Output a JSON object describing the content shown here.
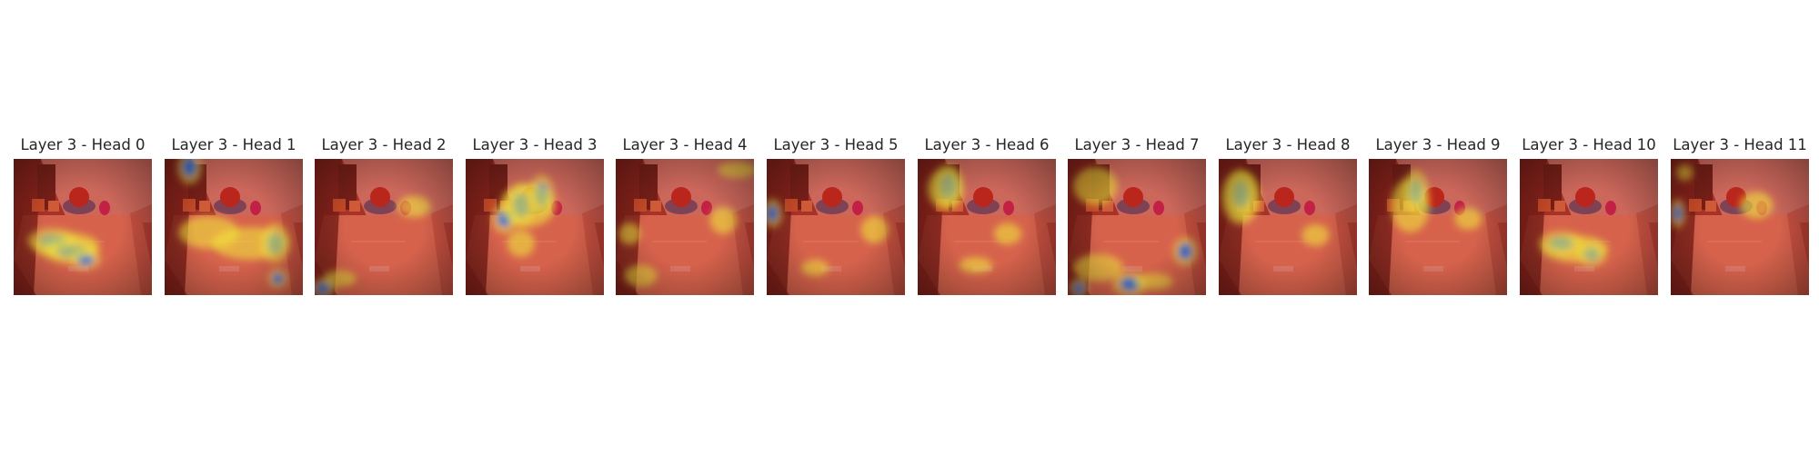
{
  "figure": {
    "panels": [
      {
        "title": "Layer 3 - Head 0",
        "hot": [
          [
            0.28,
            0.6,
            0.1,
            0.05,
            "b"
          ],
          [
            0.42,
            0.68,
            0.11,
            0.05,
            "b"
          ],
          [
            0.52,
            0.74,
            0.06,
            0.04,
            "b"
          ],
          [
            0.38,
            0.64,
            0.24,
            0.1,
            "y"
          ]
        ]
      },
      {
        "title": "Layer 3 - Head 1",
        "hot": [
          [
            0.18,
            0.06,
            0.05,
            0.07,
            "b"
          ],
          [
            0.8,
            0.62,
            0.06,
            0.08,
            "b"
          ],
          [
            0.82,
            0.88,
            0.04,
            0.04,
            "b"
          ],
          [
            0.62,
            0.62,
            0.28,
            0.12,
            "y"
          ],
          [
            0.32,
            0.54,
            0.22,
            0.12,
            "y"
          ]
        ]
      },
      {
        "title": "Layer 3 - Head 2",
        "hot": [
          [
            0.06,
            0.95,
            0.05,
            0.04,
            "b"
          ],
          [
            0.18,
            0.88,
            0.12,
            0.06,
            "y"
          ],
          [
            0.72,
            0.35,
            0.12,
            0.08,
            "y"
          ]
        ]
      },
      {
        "title": "Layer 3 - Head 3",
        "hot": [
          [
            0.4,
            0.34,
            0.06,
            0.09,
            "b"
          ],
          [
            0.55,
            0.26,
            0.05,
            0.08,
            "b"
          ],
          [
            0.28,
            0.44,
            0.05,
            0.06,
            "b"
          ],
          [
            0.45,
            0.34,
            0.2,
            0.16,
            "y"
          ],
          [
            0.4,
            0.62,
            0.1,
            0.1,
            "y"
          ]
        ]
      },
      {
        "title": "Layer 3 - Head 4",
        "hot": [
          [
            0.88,
            0.08,
            0.14,
            0.06,
            "y"
          ],
          [
            0.18,
            0.86,
            0.12,
            0.08,
            "y"
          ],
          [
            0.78,
            0.45,
            0.1,
            0.1,
            "y"
          ],
          [
            0.1,
            0.55,
            0.08,
            0.08,
            "y"
          ]
        ]
      },
      {
        "title": "Layer 3 - Head 5",
        "hot": [
          [
            0.04,
            0.4,
            0.04,
            0.06,
            "b"
          ],
          [
            0.35,
            0.8,
            0.1,
            0.06,
            "y"
          ],
          [
            0.78,
            0.52,
            0.1,
            0.1,
            "y"
          ]
        ]
      },
      {
        "title": "Layer 3 - Head 6",
        "hot": [
          [
            0.22,
            0.2,
            0.06,
            0.09,
            "b"
          ],
          [
            0.2,
            0.22,
            0.13,
            0.15,
            "y"
          ],
          [
            0.42,
            0.78,
            0.12,
            0.06,
            "y"
          ],
          [
            0.65,
            0.55,
            0.1,
            0.08,
            "y"
          ]
        ]
      },
      {
        "title": "Layer 3 - Head 7",
        "hot": [
          [
            0.45,
            0.92,
            0.07,
            0.05,
            "b"
          ],
          [
            0.08,
            0.95,
            0.04,
            0.04,
            "b"
          ],
          [
            0.85,
            0.68,
            0.05,
            0.06,
            "b"
          ],
          [
            0.2,
            0.2,
            0.16,
            0.14,
            "y"
          ],
          [
            0.22,
            0.8,
            0.18,
            0.1,
            "y"
          ],
          [
            0.62,
            0.9,
            0.14,
            0.06,
            "y"
          ]
        ]
      },
      {
        "title": "Layer 3 - Head 8",
        "hot": [
          [
            0.16,
            0.26,
            0.06,
            0.1,
            "b"
          ],
          [
            0.16,
            0.28,
            0.14,
            0.2,
            "y"
          ],
          [
            0.7,
            0.56,
            0.1,
            0.08,
            "y"
          ]
        ]
      },
      {
        "title": "Layer 3 - Head 9",
        "hot": [
          [
            0.34,
            0.24,
            0.05,
            0.09,
            "b"
          ],
          [
            0.3,
            0.34,
            0.14,
            0.2,
            "y"
          ],
          [
            0.72,
            0.44,
            0.1,
            0.08,
            "y"
          ]
        ]
      },
      {
        "title": "Layer 3 - Head 10",
        "hot": [
          [
            0.3,
            0.62,
            0.09,
            0.05,
            "b"
          ],
          [
            0.52,
            0.7,
            0.06,
            0.05,
            "b"
          ],
          [
            0.4,
            0.66,
            0.24,
            0.1,
            "y"
          ]
        ]
      },
      {
        "title": "Layer 3 - Head 11",
        "hot": [
          [
            0.1,
            0.1,
            0.06,
            0.06,
            "y"
          ],
          [
            0.05,
            0.4,
            0.03,
            0.06,
            "b"
          ],
          [
            0.62,
            0.34,
            0.12,
            0.1,
            "y"
          ]
        ]
      }
    ]
  },
  "colors": {
    "title_text": "#262626",
    "overlay_base": "#c42a20",
    "hot_yellow": "#f2e23a",
    "hot_blue": "#2a6fd6",
    "cabinet": "#e0b8a8",
    "dark_frame": "#3a1410"
  }
}
